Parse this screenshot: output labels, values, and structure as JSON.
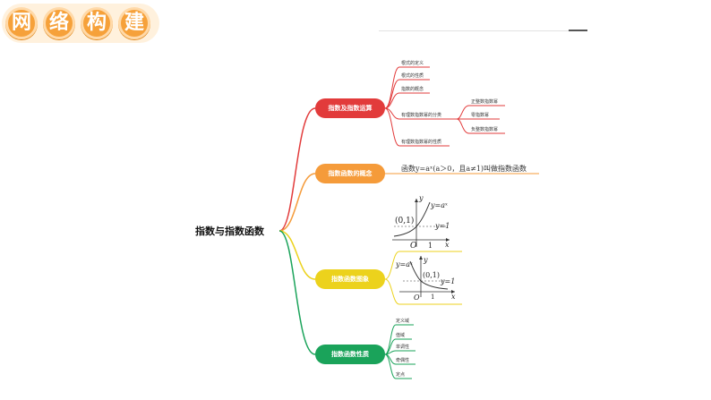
{
  "header": {
    "title_chars": [
      "网",
      "络",
      "构",
      "建"
    ]
  },
  "root": {
    "label": "指数与指数函数"
  },
  "branches": [
    {
      "label": "指数及指数运算",
      "color": "#e23b3b",
      "leaves": [
        "根式的定义",
        "根式的性质",
        "指数的概念",
        "有理数指数幂的分类",
        "有理数指数幂的性质"
      ],
      "subleaves": [
        "正整数指数幂",
        "零指数幂",
        "负整数指数幂"
      ]
    },
    {
      "label": "指数函数的概念",
      "color": "#f59b3a",
      "definition": "函数y=aˣ(a＞0，且a≠1)叫做指数函数"
    },
    {
      "label": "指数函数图象",
      "color": "#ecd21c",
      "graph1": {
        "point": "(0,1)",
        "curve": "y=aˣ",
        "asymptote": "y=1",
        "origin": "O",
        "tick": "1",
        "xaxis": "x",
        "yaxis": "y"
      },
      "graph2": {
        "point": "(0,1)",
        "curve": "y=aˣ",
        "asymptote": "y=1",
        "origin": "O",
        "tick": "1",
        "xaxis": "x",
        "yaxis": "y"
      }
    },
    {
      "label": "指数函数性质",
      "color": "#1aa35a",
      "leaves": [
        "定义域",
        "值域",
        "单调性",
        "奇偶性",
        "定点"
      ]
    }
  ]
}
